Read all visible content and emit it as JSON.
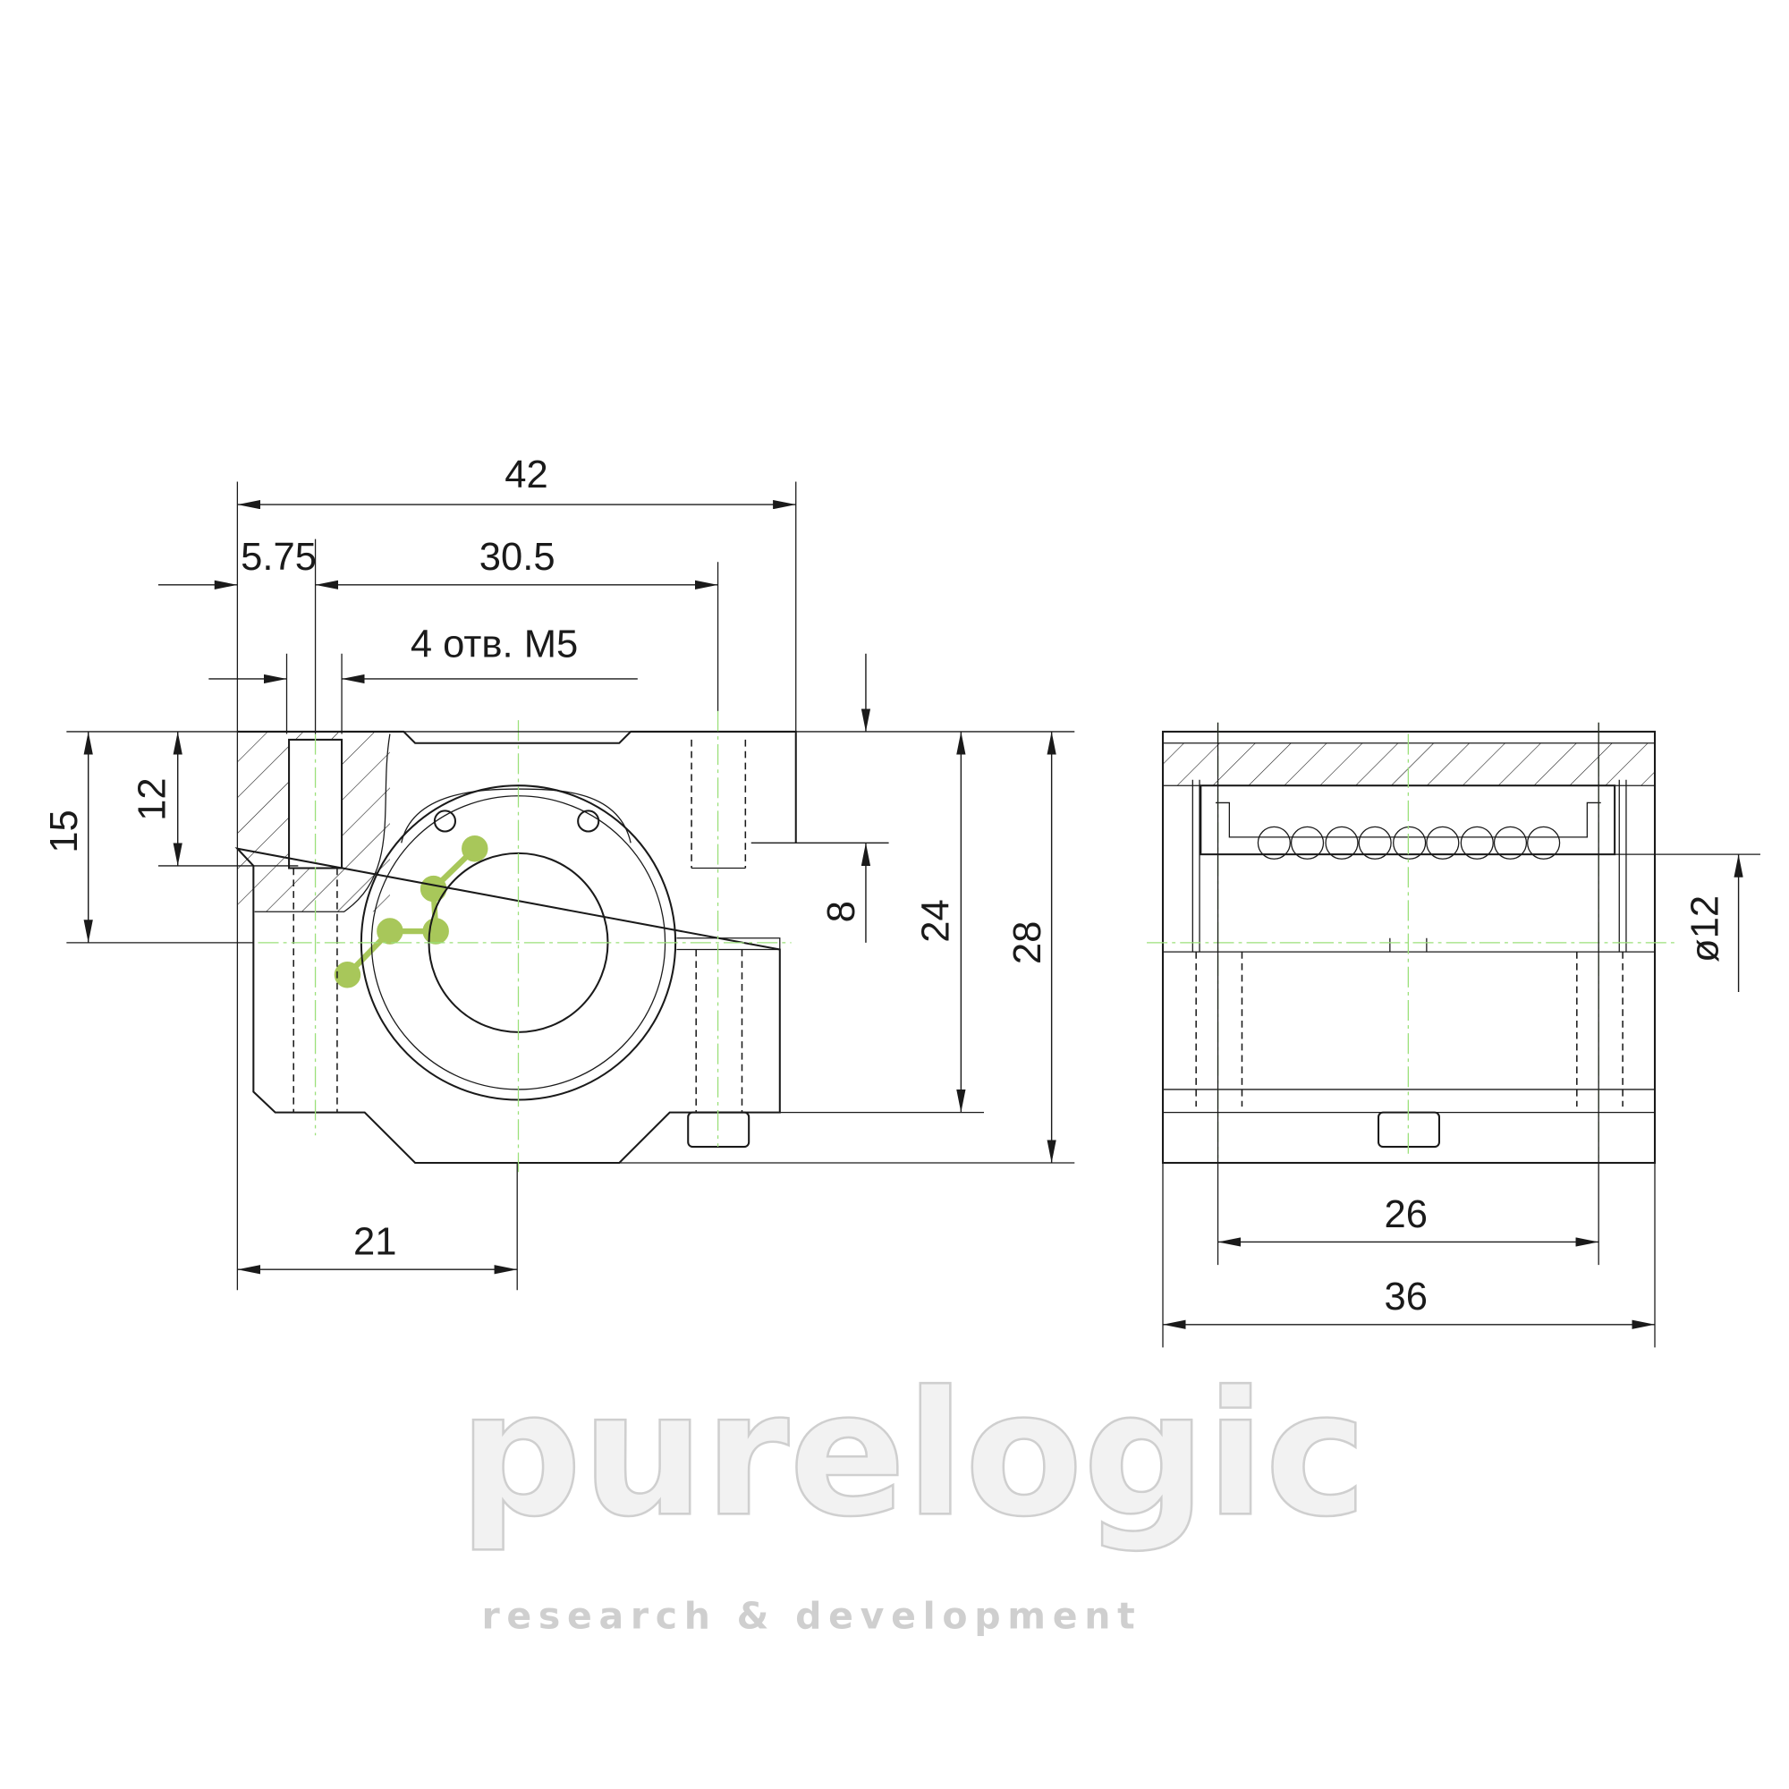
{
  "drawing": {
    "front_view": {
      "dims": {
        "width_total": "42",
        "edge_to_hole": "5.75",
        "hole_spacing": "30.5",
        "holes_note": "4 отв. M5",
        "height_15": "15",
        "depth_12": "12",
        "slot_8": "8",
        "height_24": "24",
        "height_28": "28",
        "center_21": "21"
      }
    },
    "side_view": {
      "dims": {
        "hole_spacing_26": "26",
        "length_36": "36",
        "bore_diameter": "ø12"
      }
    },
    "watermark": {
      "brand": "purelogic",
      "tagline": "research & development"
    },
    "colors": {
      "line": "#1a1a1a",
      "centerline": "#9be07a",
      "logo_accent": "#a8c75a"
    }
  }
}
